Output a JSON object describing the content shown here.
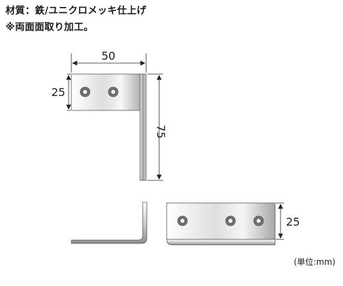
{
  "notes": {
    "material": "材質：鉄/ユニクロメッキ仕上げ",
    "finish": "※両面面取り加工。"
  },
  "dimensions": {
    "width": "50",
    "height_small": "25",
    "length": "75",
    "height_bottom": "25"
  },
  "unit_label": "(単位:mm)",
  "colors": {
    "metal_light": "#ffffff",
    "metal_mid": "#d9d9d9",
    "metal_dark": "#9a9a9a",
    "outline": "#555555",
    "dimension_line": "#222222"
  }
}
